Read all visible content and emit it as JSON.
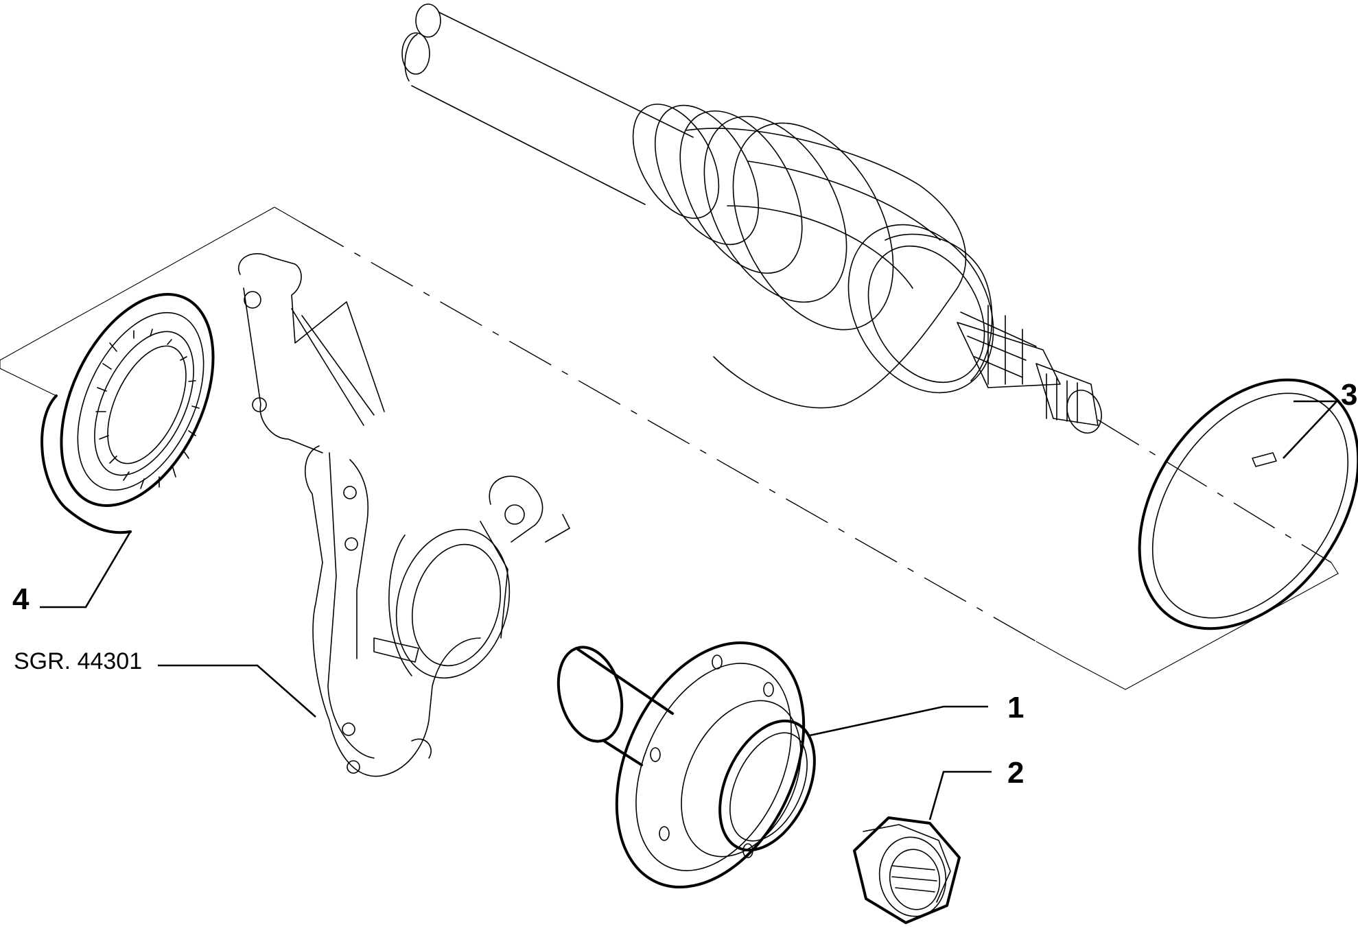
{
  "diagram": {
    "callouts": [
      {
        "id": "1",
        "label": "1"
      },
      {
        "id": "2",
        "label": "2"
      },
      {
        "id": "3",
        "label": "3"
      },
      {
        "id": "4",
        "label": "4"
      }
    ],
    "reference": {
      "label": "SGR. 44301"
    }
  }
}
